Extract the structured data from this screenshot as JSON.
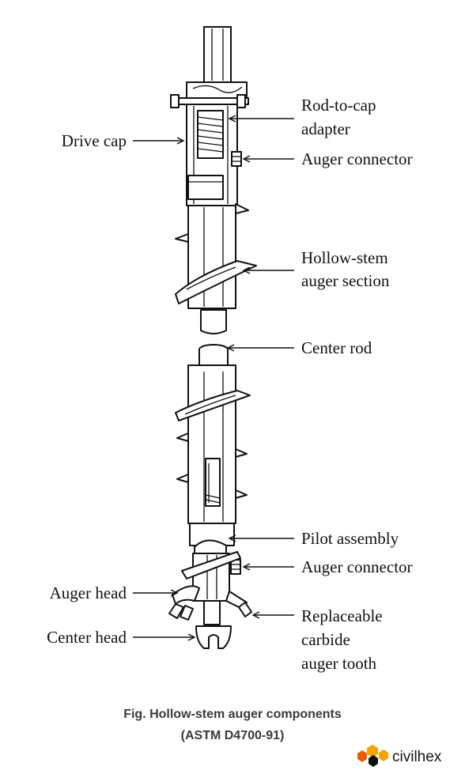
{
  "labels": {
    "drive_cap": "Drive cap",
    "rod_to_cap_1": "Rod-to-cap",
    "rod_to_cap_2": "adapter",
    "auger_connector_top": "Auger connector",
    "hollow_stem_1": "Hollow-stem",
    "hollow_stem_2": "auger section",
    "center_rod": "Center rod",
    "pilot_assembly": "Pilot assembly",
    "auger_connector_bottom": "Auger connector",
    "auger_head": "Auger head",
    "center_head": "Center head",
    "replaceable_1": "Replaceable",
    "replaceable_2": "carbide",
    "replaceable_3": "auger tooth"
  },
  "caption": {
    "line1": "Fig. Hollow-stem auger components",
    "line2": "(ASTM D4700-91)"
  },
  "brand": {
    "name": "civilhex",
    "colors": [
      "#f5a300",
      "#e85d04",
      "#111111"
    ]
  }
}
